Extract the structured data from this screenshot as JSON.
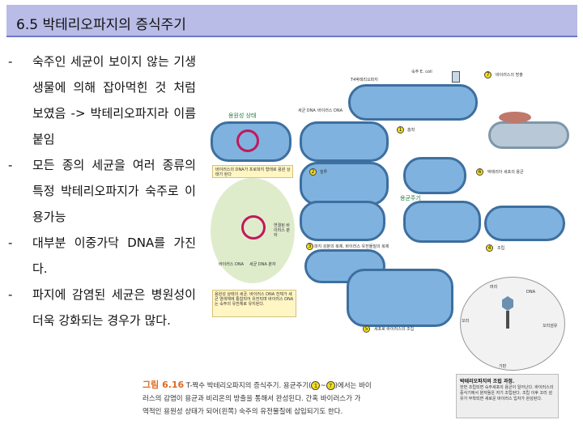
{
  "title": "6.5   박테리오파지의 증식주기",
  "bullets": [
    {
      "dash": "-",
      "text": "숙주인 세균이 보이지 않는 기생생물에 의해 잡아먹힌 것 처럼 보였음 -> 박테리오파지라 이름붙임"
    },
    {
      "dash": "-",
      "text": "모든 종의 세균을 여러 종류의 특정 박테리오파지가 숙주로 이용가능"
    },
    {
      "dash": "-",
      "text": "대부분 이중가닥 DNA를 가진다."
    },
    {
      "dash": "-",
      "text": "파지에 감염된 세균은 병원성이 더욱 강화되는 경우가 많다."
    }
  ],
  "figure": {
    "host_label": "숙주 E. coli",
    "phage_label": "T4박테리오파지",
    "lysogenic_label": "용원성 상태",
    "lytic_label": "용균주기",
    "bacterial_dna": "세균 DNA",
    "viral_dna": "바이러스 DNA",
    "steps": [
      {
        "num": "1",
        "label": "흡착"
      },
      {
        "num": "2",
        "label": "침투"
      },
      {
        "num": "3",
        "label": "파지 성분의 복제, 바이러스 유전물질의 복제"
      },
      {
        "num": "4",
        "label": "조립"
      },
      {
        "num": "5",
        "label": "세포로 바이러스의 조립"
      },
      {
        "num": "6",
        "label": "박테리아 세포의 용균"
      },
      {
        "num": "7",
        "label": "바이러스의 방출"
      }
    ],
    "lysogenic_note_top": "바이러스의 DNA가 프로파지 형태로 용원 상태가 된다",
    "inset_labels": {
      "dna": "DNA",
      "head": "머리",
      "tail_fiber": "꼬리섬유",
      "sheath": "꼬리",
      "base": "기판"
    },
    "ring_labels": {
      "viral": "바이러스 DNA",
      "bacterial": "세균 DNA 분자",
      "linked": "연결된 바이러스 분자"
    },
    "lysogenic_note_bottom": "용원성 상태의 세균. 바이러스 DNA 전체가 세균 염색체에 통합되어 유전되며 바이러스 DNA는 숙주의 유전체로 유지된다."
  },
  "caption": {
    "label": "그림 6.16",
    "line1_a": "T-짝수 박테리오파지의 증식주기. 용균주기(",
    "num_start": "1",
    "line1_b": "~",
    "num_end": "7",
    "line1_c": ")에서는 바이",
    "line2": "러스의 감염이 용균과 비리온의 방출을 통해서 완성된다. 간혹 바이러스가 가",
    "line3": "역적인 용원성 상태가 되어(왼쪽) 숙주의 유전물질에 삽입되기도 한다."
  },
  "sidenote": {
    "title": "박테리오파지의 조립 과정.",
    "body": "한번 조립되면 숙주세포의 용균이 일어난다. 바이러스의 증식기에서 분자들은 자기 조립된다. 조립 이후 꼬리 섬유가 부착되면 새로운 바이러스 입자가 완성된다."
  },
  "colors": {
    "title_bg": "#b8bce6",
    "title_border": "#6f78c8",
    "cell": "#7fb2de",
    "cell_border": "#3d6f9f",
    "green_bg": "#dfeccb",
    "viral_ring": "#c2185b",
    "step_badge": "#f7e11b"
  }
}
